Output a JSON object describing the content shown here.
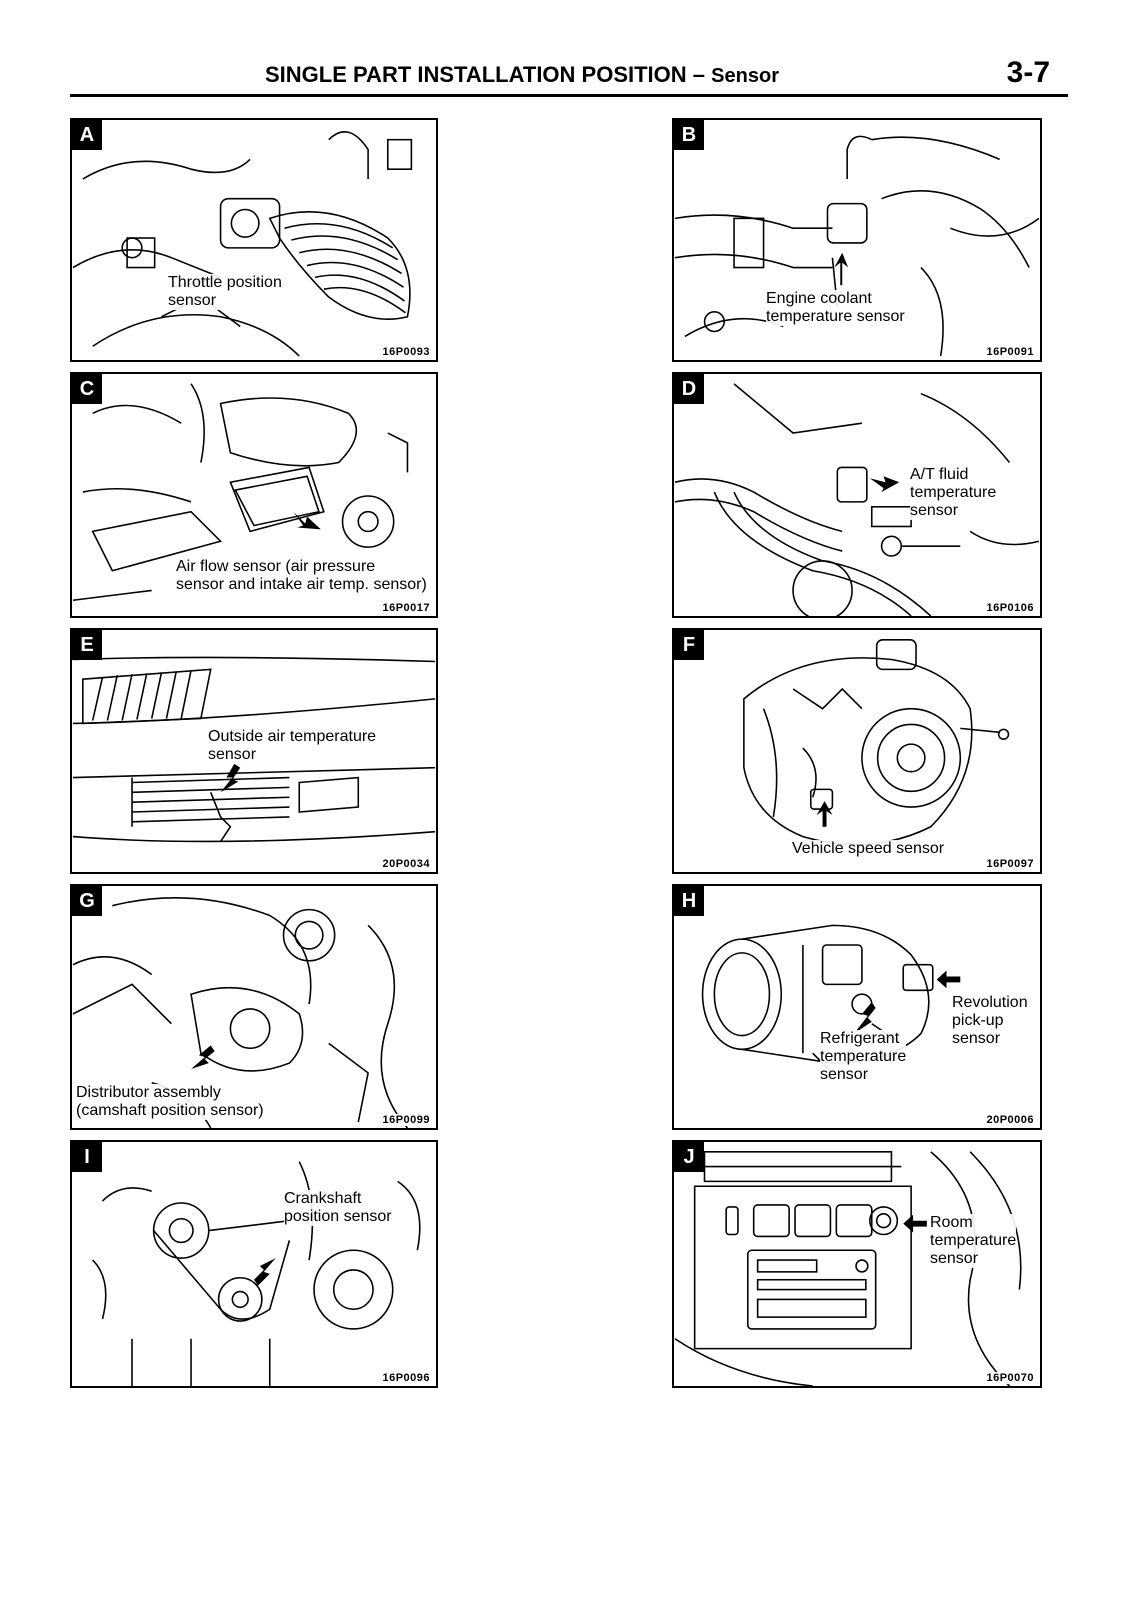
{
  "header": {
    "title_main": "SINGLE PART INSTALLATION POSITION",
    "title_dash": "–",
    "title_sub": "Sensor",
    "page_number": "3-7"
  },
  "panels": [
    {
      "letter": "A",
      "labels": [
        "Throttle position",
        "sensor"
      ],
      "code": "16P0093"
    },
    {
      "letter": "B",
      "labels": [
        "Engine coolant",
        "temperature sensor"
      ],
      "code": "16P0091"
    },
    {
      "letter": "C",
      "labels": [
        "Air flow sensor (air pressure",
        "sensor and intake air temp. sensor)"
      ],
      "code": "16P0017"
    },
    {
      "letter": "D",
      "labels": [
        "A/T fluid",
        "temperature",
        "sensor"
      ],
      "code": "16P0106"
    },
    {
      "letter": "E",
      "labels": [
        "Outside air temperature",
        "sensor"
      ],
      "code": "20P0034"
    },
    {
      "letter": "F",
      "labels": [
        "Vehicle speed sensor"
      ],
      "code": "16P0097"
    },
    {
      "letter": "G",
      "labels": [
        "Distributor assembly",
        "(camshaft position sensor)"
      ],
      "code": "16P0099"
    },
    {
      "letter": "H",
      "labels_a": [
        "Revolution",
        "pick-up",
        "sensor"
      ],
      "labels_b": [
        "Refrigerant",
        "temperature",
        "sensor"
      ],
      "code": "20P0006"
    },
    {
      "letter": "I",
      "labels": [
        "Crankshaft",
        "position sensor"
      ],
      "code": "16P0096"
    },
    {
      "letter": "J",
      "labels": [
        "Room",
        "temperature",
        "sensor"
      ],
      "code": "16P0070"
    }
  ]
}
